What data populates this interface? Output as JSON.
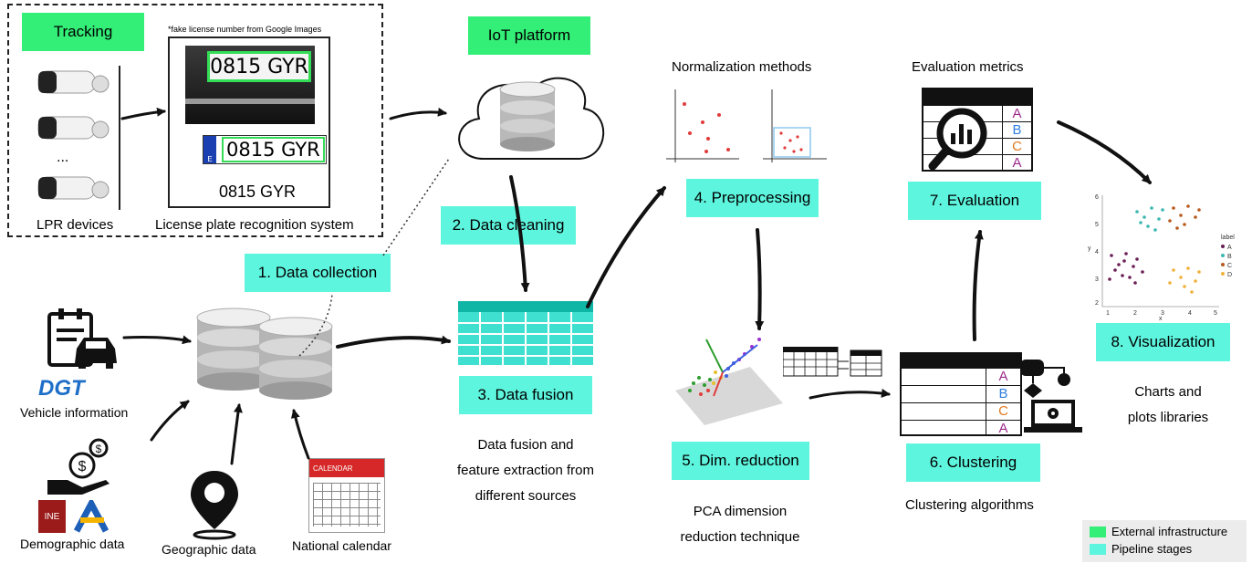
{
  "infrastructure": {
    "tracking": "Tracking",
    "iot_platform": "IoT platform"
  },
  "stages": {
    "s1": "1. Data collection",
    "s2": "2. Data cleaning",
    "s3": "3. Data fusion",
    "s4": "4. Preprocessing",
    "s5": "5. Dim. reduction",
    "s6": "6. Clustering",
    "s7": "7. Evaluation",
    "s8": "8. Visualization"
  },
  "tracking": {
    "fake_note": "*fake license number from Google Images",
    "plate_text": "0815 GYR",
    "plate_flag_letter": "E",
    "dots": "...",
    "lpr_devices": "LPR devices",
    "lpr_system": "License plate recognition system"
  },
  "sources": {
    "vehicle": "Vehicle information",
    "dgt_logo": "DGT",
    "demographic": "Demographic data",
    "ine_logo": "INE",
    "geographic": "Geographic data",
    "calendar": "National calendar",
    "calendar_header": "CALENDAR"
  },
  "descriptions": {
    "fusion_line1": "Data fusion and",
    "fusion_line2": "feature extraction from",
    "fusion_line3": "different sources",
    "normalization": "Normalization methods",
    "pca_line1": "PCA dimension",
    "pca_line2": "reduction technique",
    "clustering": "Clustering algorithms",
    "evaluation": "Evaluation metrics",
    "charts_line1": "Charts and",
    "charts_line2": "plots libraries"
  },
  "table_labels": [
    "A",
    "B",
    "C",
    "A"
  ],
  "scatter": {
    "legend_title": "label",
    "legend_items": [
      "A",
      "B",
      "C",
      "D"
    ],
    "xlabel": "x",
    "ylabel": "y"
  },
  "legend": {
    "external": "External infrastructure",
    "pipeline": "Pipeline stages"
  },
  "colors": {
    "stage": "#5ef5de",
    "infra": "#33ee77",
    "label_a": "#9b2a8a",
    "label_b": "#2f7fe0",
    "label_c": "#e07a1f"
  }
}
